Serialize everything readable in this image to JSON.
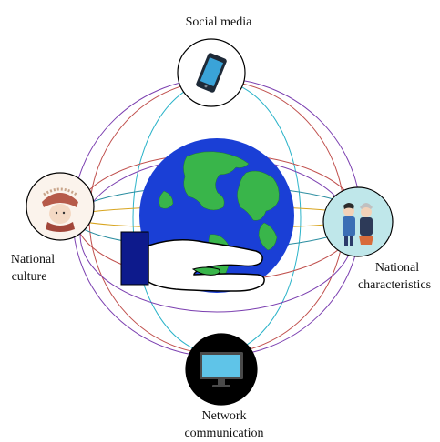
{
  "labels": {
    "social_media": "Social media",
    "national_culture_line1": "National",
    "national_culture_line2": "culture",
    "national_characteristics_line1": "National",
    "national_characteristics_line2": "characteristics",
    "network_communication_line1": "Network",
    "network_communication_line2": "communication"
  },
  "nodes": [
    {
      "id": "social-media",
      "icon": "smartphone-icon"
    },
    {
      "id": "national-culture",
      "icon": "headdress-portrait-icon"
    },
    {
      "id": "national-characteristics",
      "icon": "ethnic-couple-icon"
    },
    {
      "id": "network-communication",
      "icon": "monitor-icon"
    }
  ],
  "center": {
    "icon": "globe-in-hand-icon"
  },
  "colors": {
    "purple_ring": "#7b3fb0",
    "red_ring": "#c0504d",
    "cyan_ring": "#2bb3c9",
    "teal_ring": "#2a8da0",
    "gold_ring": "#d8a520",
    "ocean": "#1a3fd6",
    "land": "#39b54a",
    "hand_block": "#0d1a8c",
    "characteristics_bg": "#bfe7ea",
    "network_bg": "#000000"
  }
}
